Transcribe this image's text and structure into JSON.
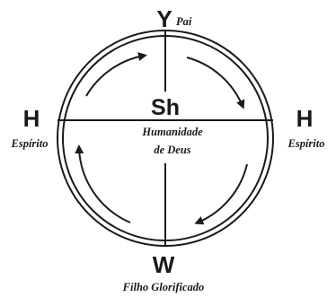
{
  "top": {
    "letter": "Y",
    "label": "Pai"
  },
  "left": {
    "letter": "H",
    "label": "Espírito"
  },
  "right": {
    "letter": "H",
    "label": "Espírito"
  },
  "bottom": {
    "letter": "W",
    "label": "Filho Glorificado"
  },
  "center": {
    "letter": "Sh",
    "line1": "Humanidade",
    "line2": "de Deus"
  },
  "colors": {
    "ink": "#1a1a1a",
    "background": "#ffffff"
  }
}
